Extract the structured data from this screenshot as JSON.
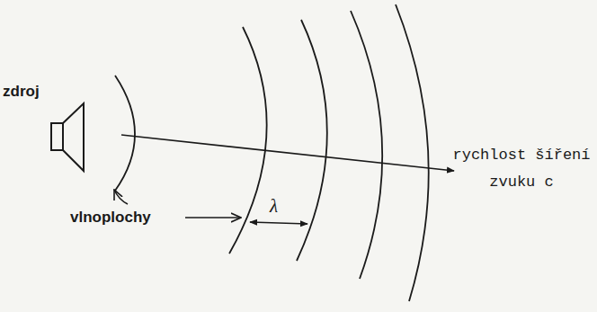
{
  "diagram": {
    "labels": [
      "zdroj",
      "vlnoplochy",
      "λ",
      "rychlost šíření zvuku c"
    ]
  }
}
